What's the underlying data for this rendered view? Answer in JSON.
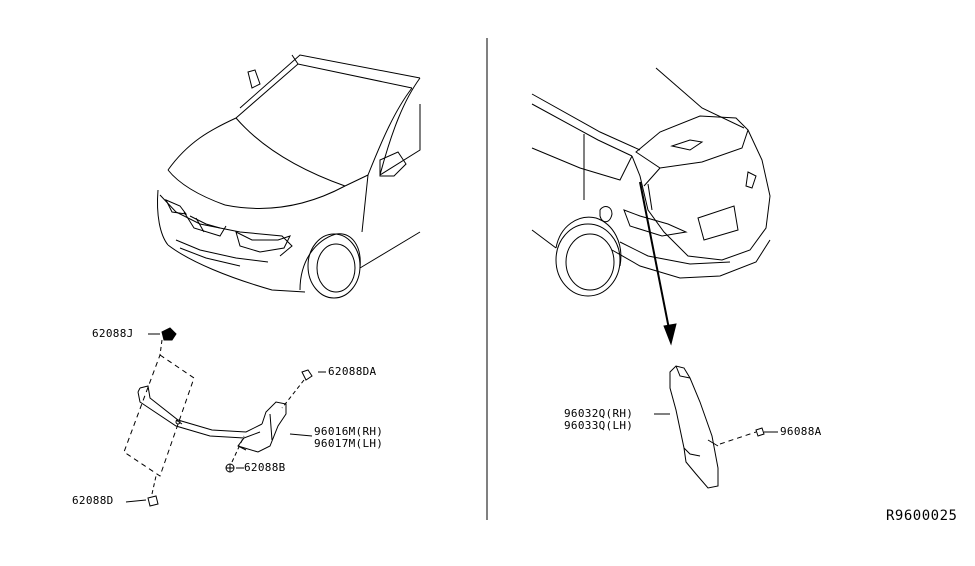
{
  "callouts": {
    "left": {
      "clip_upper": "62088J",
      "clip_lower": "62088D",
      "clip_side": "62088DA",
      "screw": "62088B",
      "mudguard_rh": "96016M(RH)",
      "mudguard_lh": "96017M(LH)"
    },
    "right": {
      "guard_rh": "96032Q(RH)",
      "guard_lh": "96033Q(LH)",
      "fastener": "96088A"
    }
  },
  "reference_number": "R9600025",
  "colors": {
    "line": "#000000",
    "background": "#ffffff"
  }
}
